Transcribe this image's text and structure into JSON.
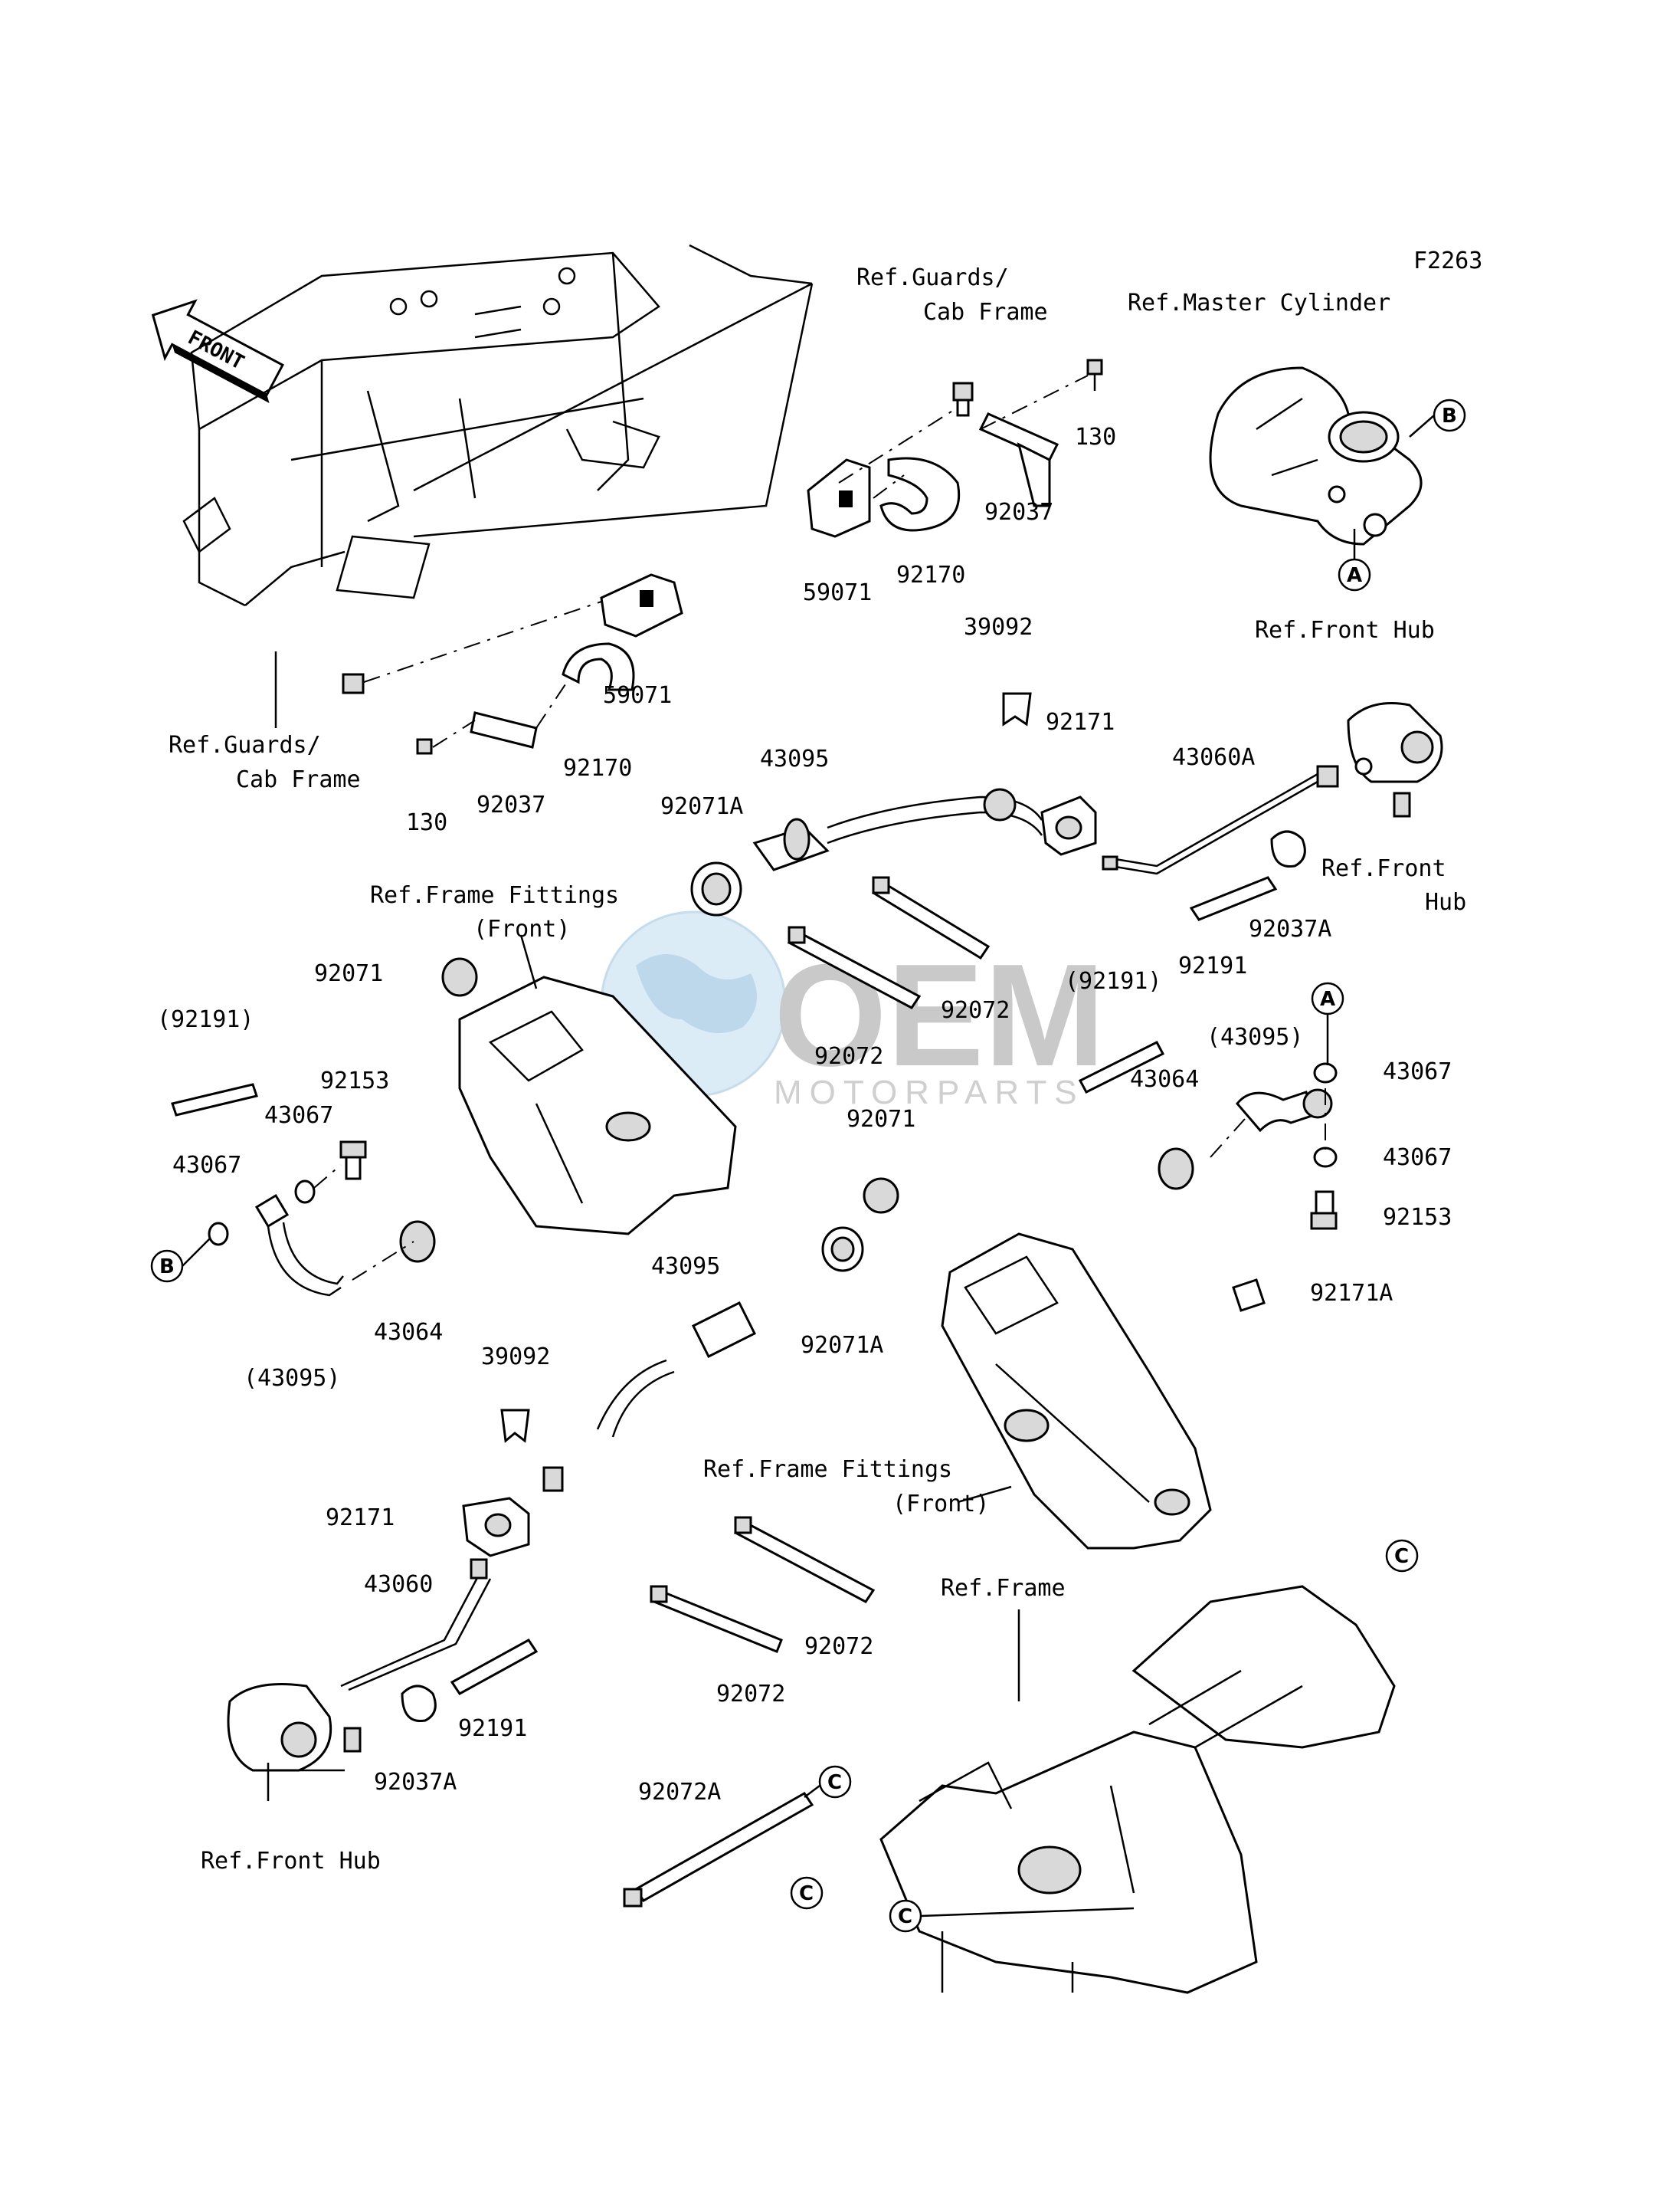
{
  "figure_code": "F2263",
  "front_arrow": "FRONT",
  "watermark": {
    "brand": "OEM",
    "sub": "MOTORPARTS"
  },
  "callouts": {
    "a": "A",
    "b": "B",
    "c": "C"
  },
  "labels": {
    "ref_guards_cab_top_1": "Ref.Guards/",
    "ref_guards_cab_top_2": "Cab Frame",
    "ref_master_cyl": "Ref.Master Cylinder",
    "p130_top": "130",
    "p92037_top": "92037",
    "p59071_top": "59071",
    "p92170_top": "92170",
    "p39092_top": "39092",
    "ref_front_hub_top": "Ref.Front Hub",
    "p92171_top": "92171",
    "p43060A": "43060A",
    "ref_front_hub_r1": "Ref.Front",
    "ref_front_hub_r2": "Hub",
    "p92037A_r": "92037A",
    "p92191_r": "92191",
    "p59071_l": "59071",
    "p92170_l": "92170",
    "p92037_l": "92037",
    "p130_l": "130",
    "ref_guards_cab_l1": "Ref.Guards/",
    "ref_guards_cab_l2": "Cab Frame",
    "p43095_top": "43095",
    "p92071A_top": "92071A",
    "ref_frame_fit_l1": "Ref.Frame Fittings",
    "ref_frame_fit_l2": "(Front)",
    "p92071_l": "92071",
    "p92072_a": "92072",
    "p92072_b": "92072",
    "p92191_paren_r": "(92191)",
    "p43095_paren_r": "(43095)",
    "p43064_r": "43064",
    "p43067_r1": "43067",
    "p43067_r2": "43067",
    "p92153_r": "92153",
    "p92171A": "92171A",
    "p92191_paren_l": "(92191)",
    "p92153_l": "92153",
    "p43067_l1": "43067",
    "p43067_l2": "43067",
    "p43064_l": "43064",
    "p43095_paren_l": "(43095)",
    "p92071_m": "92071",
    "p43095_m": "43095",
    "p92071A_m": "92071A",
    "p39092_m": "39092",
    "ref_frame_fit_m1": "Ref.Frame Fittings",
    "ref_frame_fit_m2": "(Front)",
    "p92171_l": "92171",
    "p43060": "43060",
    "ref_frame": "Ref.Frame",
    "p92072_c": "92072",
    "p92072_d": "92072",
    "p92191_b": "92191",
    "p92037A_b": "92037A",
    "p92072A": "92072A",
    "ref_front_hub_b": "Ref.Front Hub"
  }
}
